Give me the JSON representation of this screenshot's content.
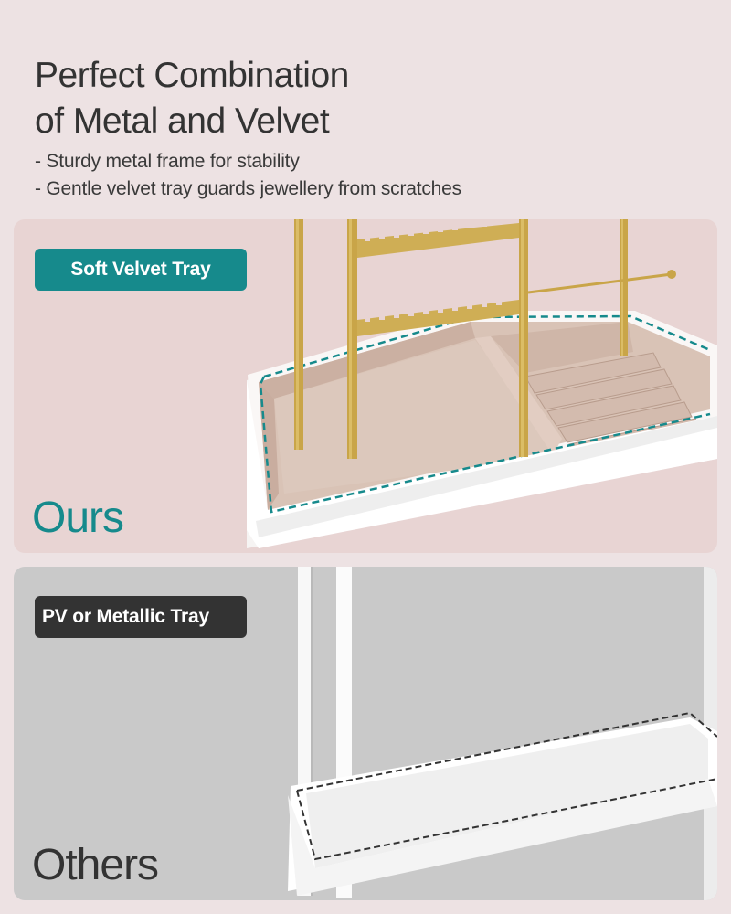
{
  "header": {
    "title_line1": "Perfect Combination",
    "title_line2": "of Metal and Velvet",
    "bullets": [
      "- Sturdy metal frame for stability",
      "- Gentle velvet tray guards jewellery from scratches"
    ]
  },
  "comparison": {
    "ours": {
      "badge": "Soft Velvet Tray",
      "label": "Ours",
      "accent_color": "#168a8c",
      "panel_color": "#e8d4d3",
      "image": "gold-jewelry-stand-with-velvet-tray"
    },
    "others": {
      "badge": "PV or Metallic Tray",
      "label": "Others",
      "accent_color": "#333333",
      "panel_color": "#c9c9c9",
      "image": "white-stand-with-plain-tray"
    }
  },
  "colors": {
    "background": "#ede2e3",
    "gold": "#c9a548",
    "velvet": "#d6bfb2",
    "tray_white": "#f7f5f4"
  }
}
